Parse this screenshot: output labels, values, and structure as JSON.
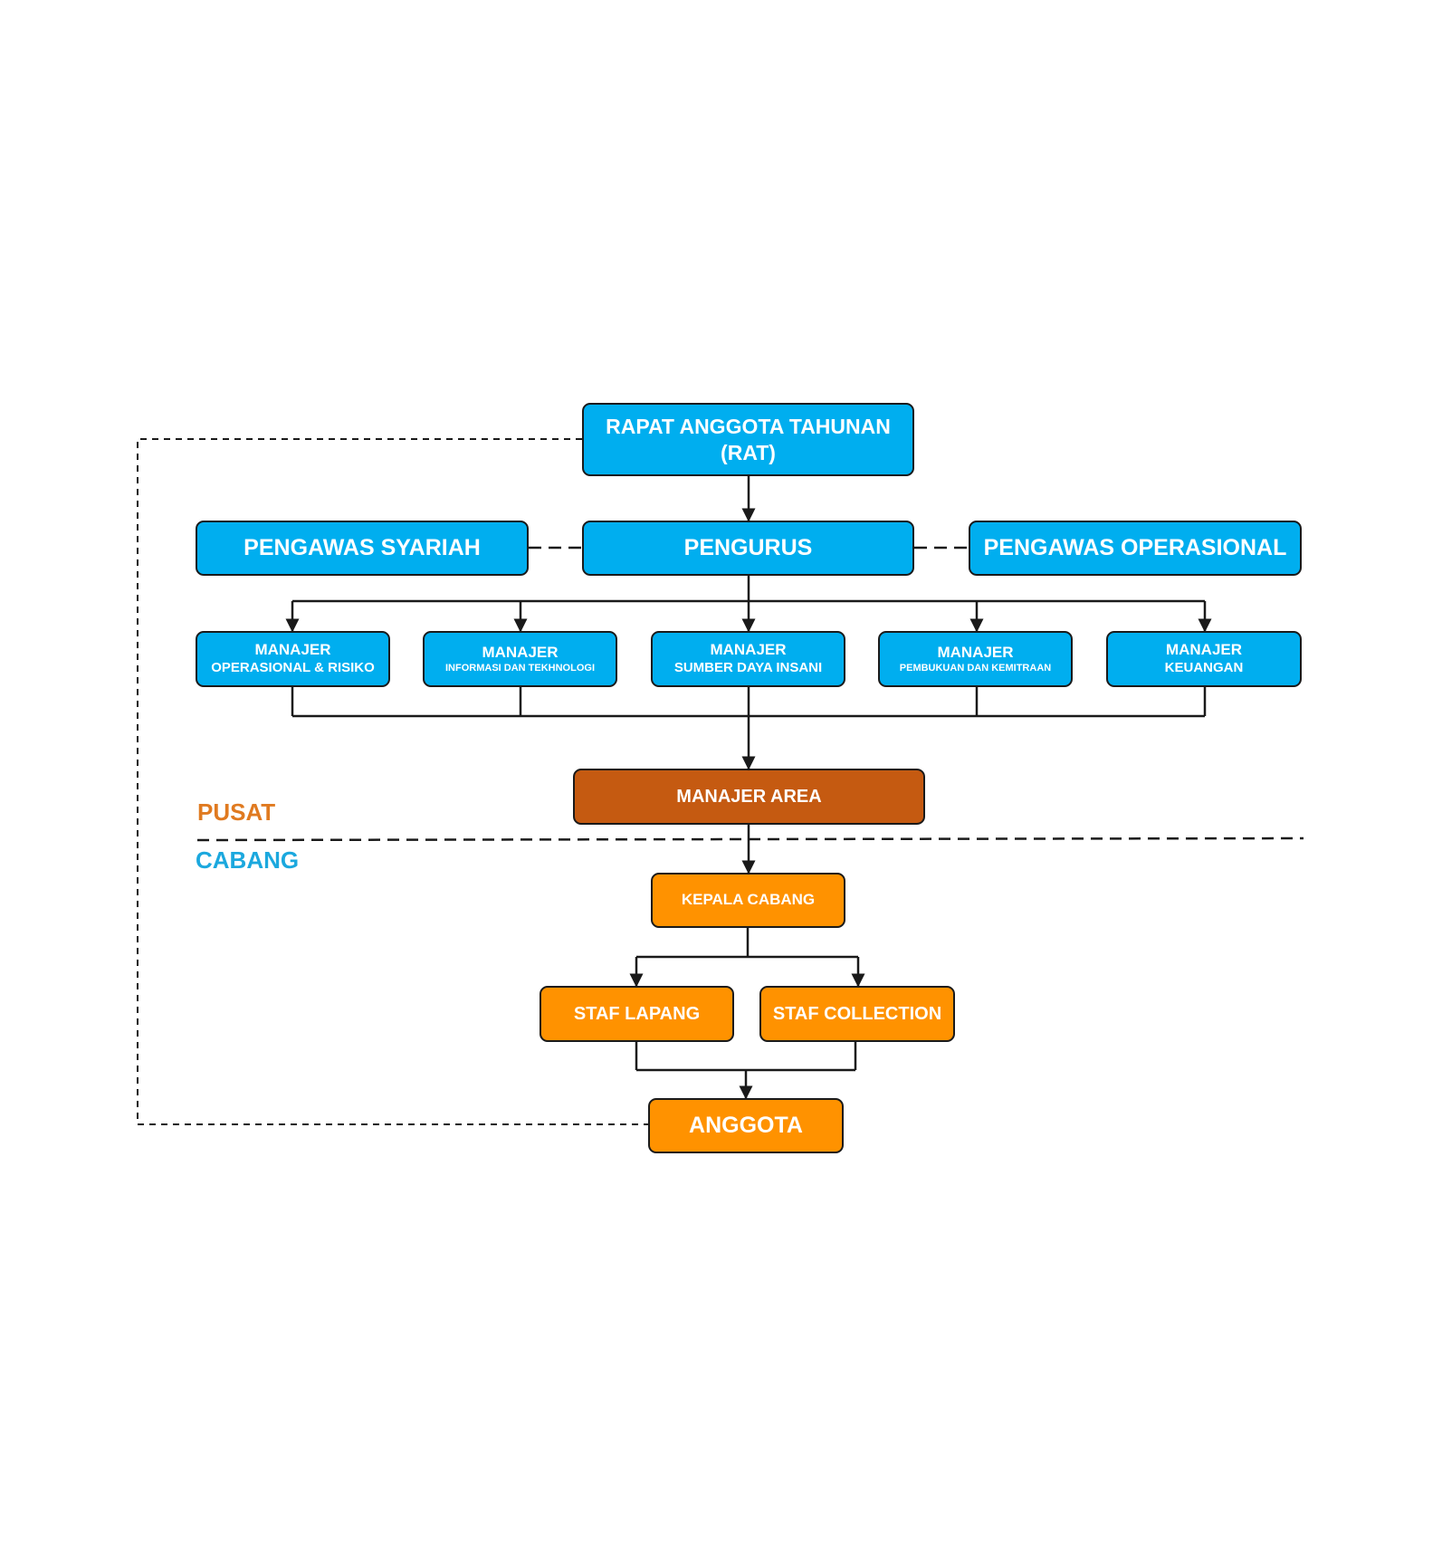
{
  "colors": {
    "board": "#00AEEF",
    "area": "#C55A11",
    "branch": "#FF9200",
    "pusat_label": "#E07A20",
    "cabang_label": "#1BA8DE",
    "line": "#1a1a1a"
  },
  "zones": {
    "pusat": "PUSAT",
    "cabang": "CABANG"
  },
  "nodes": {
    "rat": {
      "line1": "RAPAT ANGGOTA TAHUNAN",
      "line2": "(RAT)"
    },
    "pengawas_syariah": "PENGAWAS SYARIAH",
    "pengurus": "PENGURUS",
    "pengawas_operasional": "PENGAWAS OPERASIONAL",
    "managers": [
      {
        "title": "MANAJER",
        "subtitle": "OPERASIONAL & RISIKO"
      },
      {
        "title": "MANAJER",
        "subtitle": "INFORMASI DAN TEKHNOLOGI"
      },
      {
        "title": "MANAJER",
        "subtitle": "SUMBER DAYA INSANI"
      },
      {
        "title": "MANAJER",
        "subtitle": "PEMBUKUAN DAN KEMITRAAN"
      },
      {
        "title": "MANAJER",
        "subtitle": "KEUANGAN"
      }
    ],
    "manajer_area": "MANAJER AREA",
    "kepala_cabang": "KEPALA CABANG",
    "staf_lapang": "STAF LAPANG",
    "staf_collection": "STAF COLLECTION",
    "anggota": "ANGGOTA"
  }
}
